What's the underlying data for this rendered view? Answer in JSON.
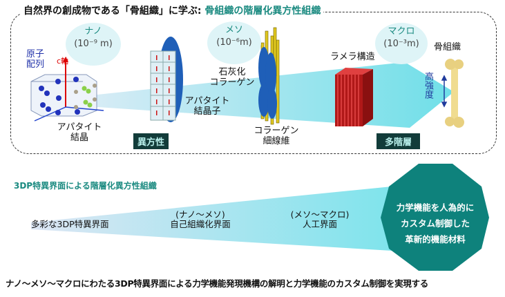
{
  "top": {
    "title_prefix": "自然界の創成物である「骨組織」に学ぶ: ",
    "title_highlight": "骨組織の階層化異方性組織",
    "scales": [
      {
        "label": "ナノ",
        "value": "(10⁻⁹ m)"
      },
      {
        "label": "メソ",
        "value": "(10⁻⁶m)"
      },
      {
        "label": "マクロ",
        "value": "(10⁻³m)"
      }
    ],
    "atom_arrangement": [
      "原子",
      "配列"
    ],
    "c_axis": "c軸",
    "apatite_crystal": [
      "アパタイト",
      "結晶"
    ],
    "apatite_crystallite": [
      "アパタイト",
      "結晶子"
    ],
    "mineralized_collagen": [
      "石灰化",
      "コラーゲン"
    ],
    "collagen_fibril": [
      "コラーゲン",
      "細線維"
    ],
    "lamella": "ラメラ構造",
    "bone_tissue": "骨組織",
    "high_strength": "高強度",
    "anisotropy_tag": "異方性",
    "multilevel_tag": "多階層"
  },
  "bottom": {
    "subtitle": "3DP特異界面による階層化異方性組織",
    "diverse": "多彩な3DP特異界面",
    "nano_meso": [
      "(ナノ〜メソ)",
      "自己組織化界面"
    ],
    "meso_macro": [
      "(メソ〜マクロ)",
      "人工界面"
    ],
    "goal": [
      "力学機能を人為的に",
      "カスタム制御した",
      "革新的機能材料"
    ],
    "statement": "ナノ〜メソ〜マクロにわたる3DP特異界面による力学機能発現機構の解明と力学機能のカスタム制御を実現する"
  },
  "colors": {
    "teal": "#1a8a80",
    "octagon": "#0e827c",
    "beam": "#7fe0ea"
  }
}
